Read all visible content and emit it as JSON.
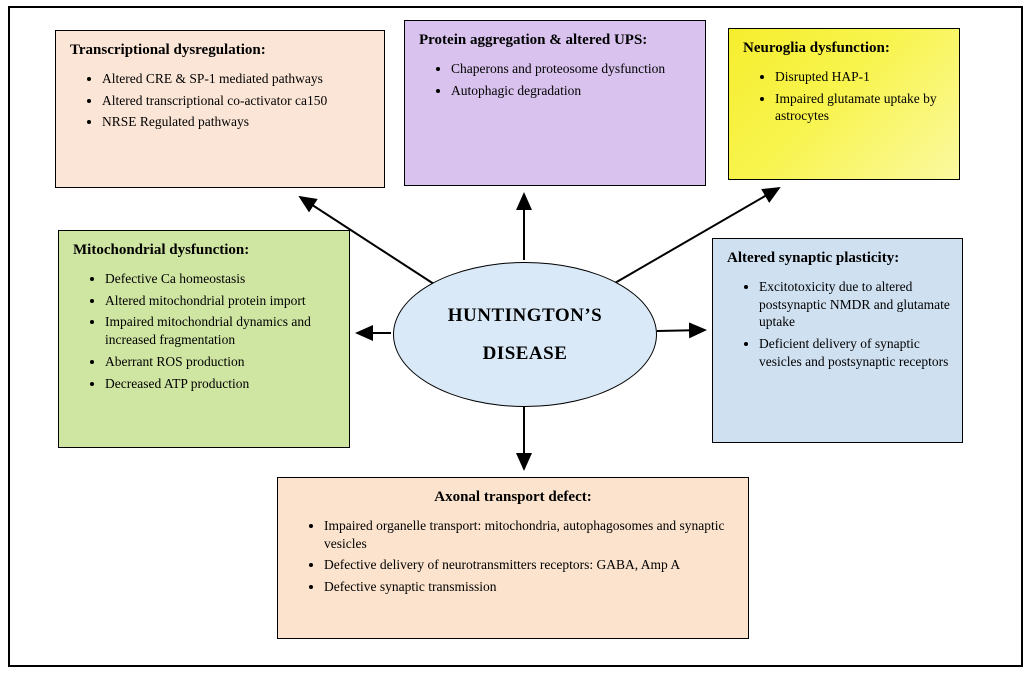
{
  "center": {
    "line1": "HUNTINGTON’S",
    "line2": "DISEASE",
    "fill_color": "#d9e9f7"
  },
  "boxes": [
    {
      "title": "Transcriptional dysregulation:",
      "color": "#fbe5d6",
      "items": [
        "Altered CRE & SP-1 mediated pathways",
        "Altered transcriptional co-activator ca150",
        "NRSE Regulated pathways"
      ]
    },
    {
      "title": "Protein aggregation & altered UPS:",
      "color": "#d9c3ee",
      "items": [
        "Chaperons and proteosome dysfunction",
        "Autophagic degradation"
      ]
    },
    {
      "title": "Neuroglia dysfunction:",
      "color": "#f7f23c",
      "items": [
        "Disrupted HAP-1",
        "Impaired glutamate uptake by astrocytes"
      ]
    },
    {
      "title": "Mitochondrial dysfunction:",
      "color": "#cfe5a2",
      "items": [
        "Defective Ca homeostasis",
        "Altered mitochondrial protein import",
        "Impaired mitochondrial dynamics and increased fragmentation",
        "Aberrant ROS production",
        "Decreased ATP production"
      ]
    },
    {
      "title": "Altered synaptic plasticity:",
      "color": "#cfe0f1",
      "items": [
        "Excitotoxicity due to altered postsynaptic NMDR and glutamate uptake",
        "Deficient delivery of synaptic vesicles and postsynaptic receptors"
      ]
    },
    {
      "title": "Axonal transport defect:",
      "color": "#fbe3cd",
      "items": [
        "Impaired organelle transport: mitochondria, autophagosomes and synaptic vesicles",
        "Defective delivery of neurotransmitters receptors: GABA, Amp A",
        "Defective synaptic transmission"
      ]
    }
  ]
}
